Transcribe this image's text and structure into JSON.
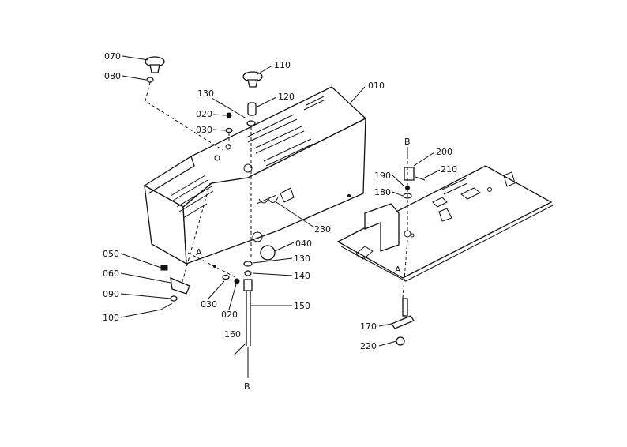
{
  "labels": {
    "p070": "070",
    "p080": "080",
    "p110": "110",
    "p010": "010",
    "p130a": "130",
    "p120": "120",
    "p020a": "020",
    "p030a": "030",
    "p050": "050",
    "p060": "060",
    "p090": "090",
    "p100": "100",
    "p040": "040",
    "p130b": "130",
    "p140": "140",
    "p150": "150",
    "p030b": "030",
    "p020b": "020",
    "p160": "160",
    "p230": "230",
    "p200": "200",
    "p210": "210",
    "p190": "190",
    "p180": "180",
    "p170": "170",
    "p220": "220",
    "refA_left": "A",
    "refA_right": "A",
    "refB_top": "B",
    "refB_bottom": "B"
  }
}
